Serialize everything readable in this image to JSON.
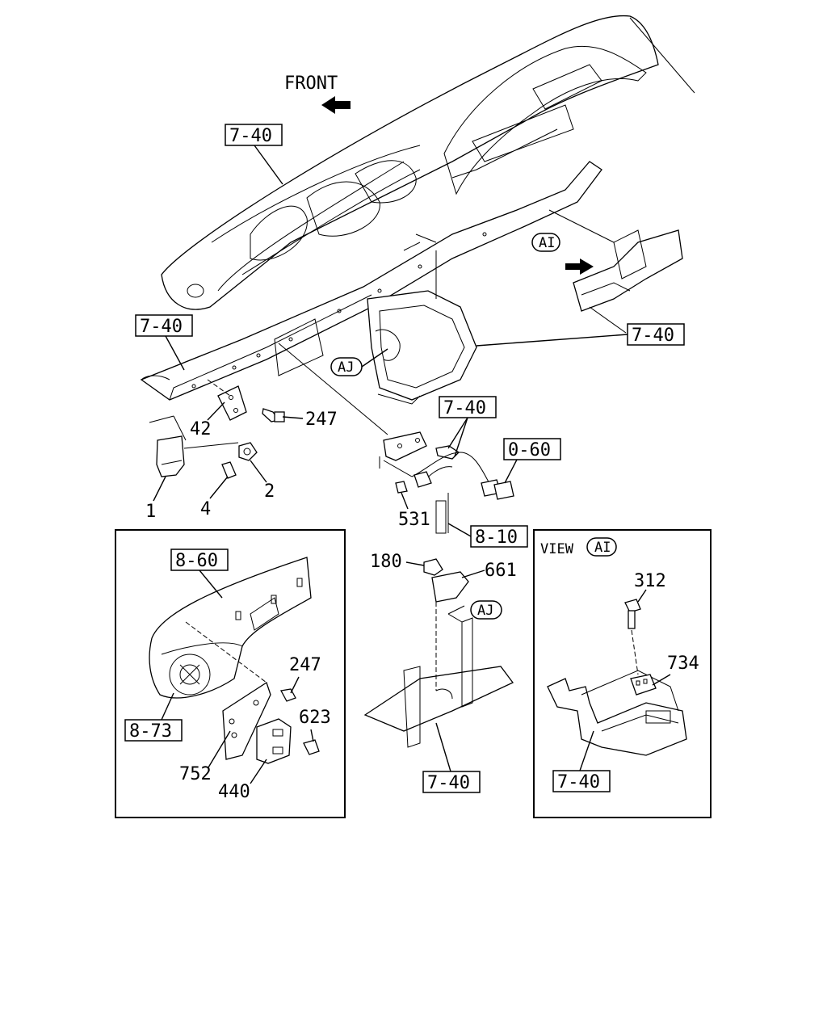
{
  "direction_label": "FRONT",
  "view_label": "VIEW",
  "callouts": {
    "ai": "AI",
    "aj": "AJ"
  },
  "ref_boxes": {
    "r740_top": "7-40",
    "r740_left": "7-40",
    "r740_right": "7-40",
    "r740_mid": "7-40",
    "r060": "0-60",
    "r810": "8-10",
    "r860": "8-60",
    "r873": "8-73",
    "r740_bottom_center": "7-40",
    "r740_bottom_right": "7-40"
  },
  "part_numbers": {
    "p1": "1",
    "p2": "2",
    "p4": "4",
    "p42": "42",
    "p247_top": "247",
    "p531": "531",
    "p180": "180",
    "p661": "661",
    "p312": "312",
    "p734": "734",
    "p247_left": "247",
    "p623": "623",
    "p752": "752",
    "p440": "440"
  }
}
